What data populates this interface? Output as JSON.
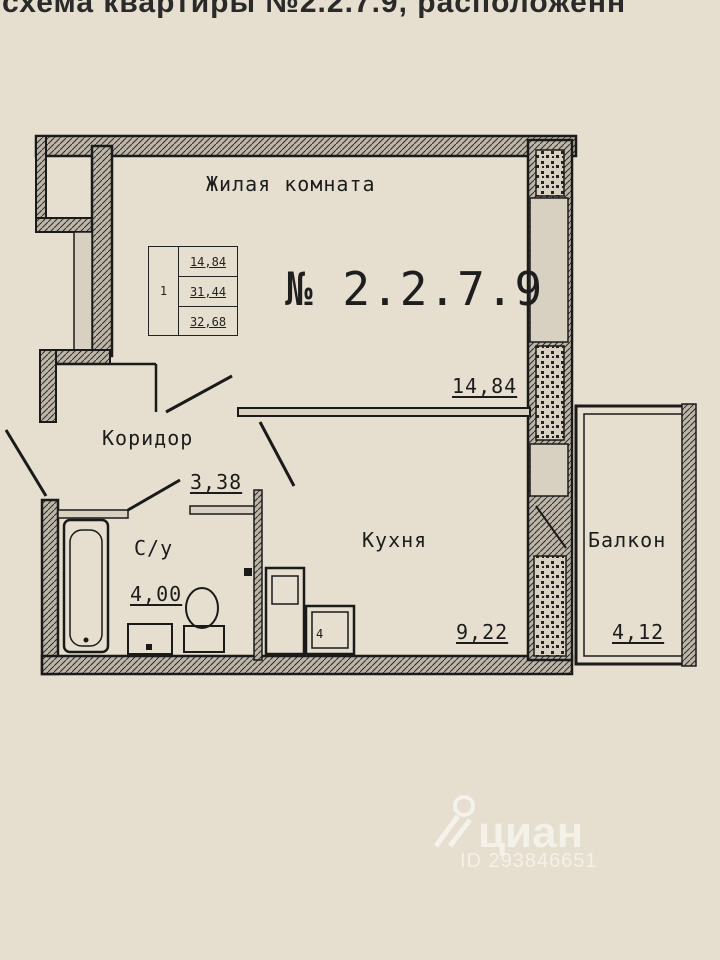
{
  "header": {
    "text": "схема квартиры №2.2.7.9, расположенн"
  },
  "apartment": {
    "number": "№ 2.2.7.9",
    "summary": {
      "rooms": "1",
      "living_area": "14,84",
      "total_area": "31,44",
      "total_area_with_balcony": "32,68"
    }
  },
  "rooms": {
    "living": {
      "name": "Жилая комната",
      "area": "14,84"
    },
    "corridor": {
      "name": "Коридор",
      "area": "3,38"
    },
    "bathroom": {
      "name": "С/у",
      "area": "4,00"
    },
    "kitchen": {
      "name": "Кухня",
      "area": "9,22"
    },
    "balcony": {
      "name": "Балкон",
      "area": "4,12"
    }
  },
  "watermark": {
    "brand": "циан",
    "id": "ID 293846651"
  },
  "colors": {
    "paper": "#e6dfcf",
    "ink": "#1c1c1c",
    "wall_fill": "#b9b2a4"
  }
}
